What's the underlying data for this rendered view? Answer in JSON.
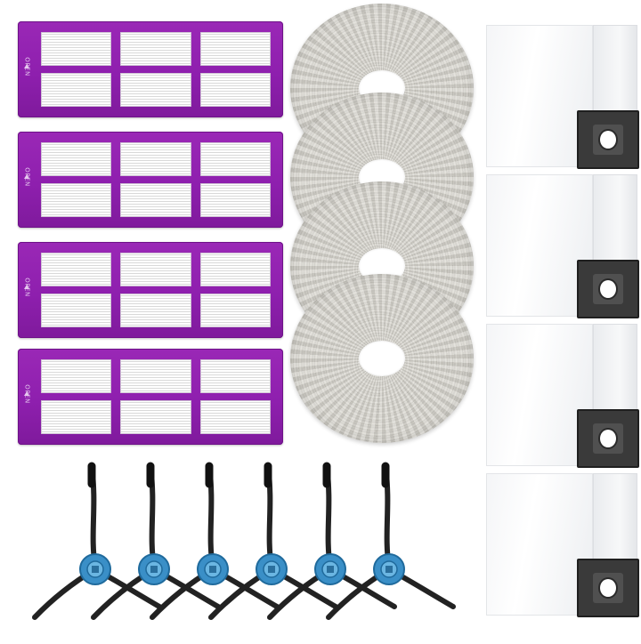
{
  "filters": {
    "count": 4,
    "open_label": "OPEN",
    "frame_color": "#8e1fae",
    "media_color": "#ffffff"
  },
  "mop_pads": {
    "count": 4,
    "color": "#cfcdc6"
  },
  "dust_bags": {
    "count": 4,
    "body_color": "#f4f5f7",
    "plate_color": "#3a3a3a"
  },
  "side_brushes": {
    "count": 6,
    "hub_color": "#3a8fc7",
    "bristle_color": "#222222"
  }
}
